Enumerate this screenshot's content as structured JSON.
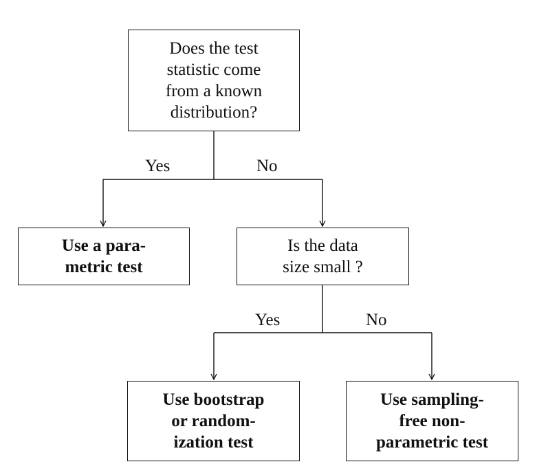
{
  "nodes": {
    "root_question": "Does the test\nstatistic come\nfrom a known\ndistribution?",
    "parametric": "Use a para-\nmetric test",
    "size_question": "Is the data\nsize small ?",
    "bootstrap": "Use bootstrap\nor random-\nization test",
    "sampling_free": "Use sampling-\nfree non-\nparametric test"
  },
  "edges": {
    "root_yes": "Yes",
    "root_no": "No",
    "size_yes": "Yes",
    "size_no": "No"
  }
}
